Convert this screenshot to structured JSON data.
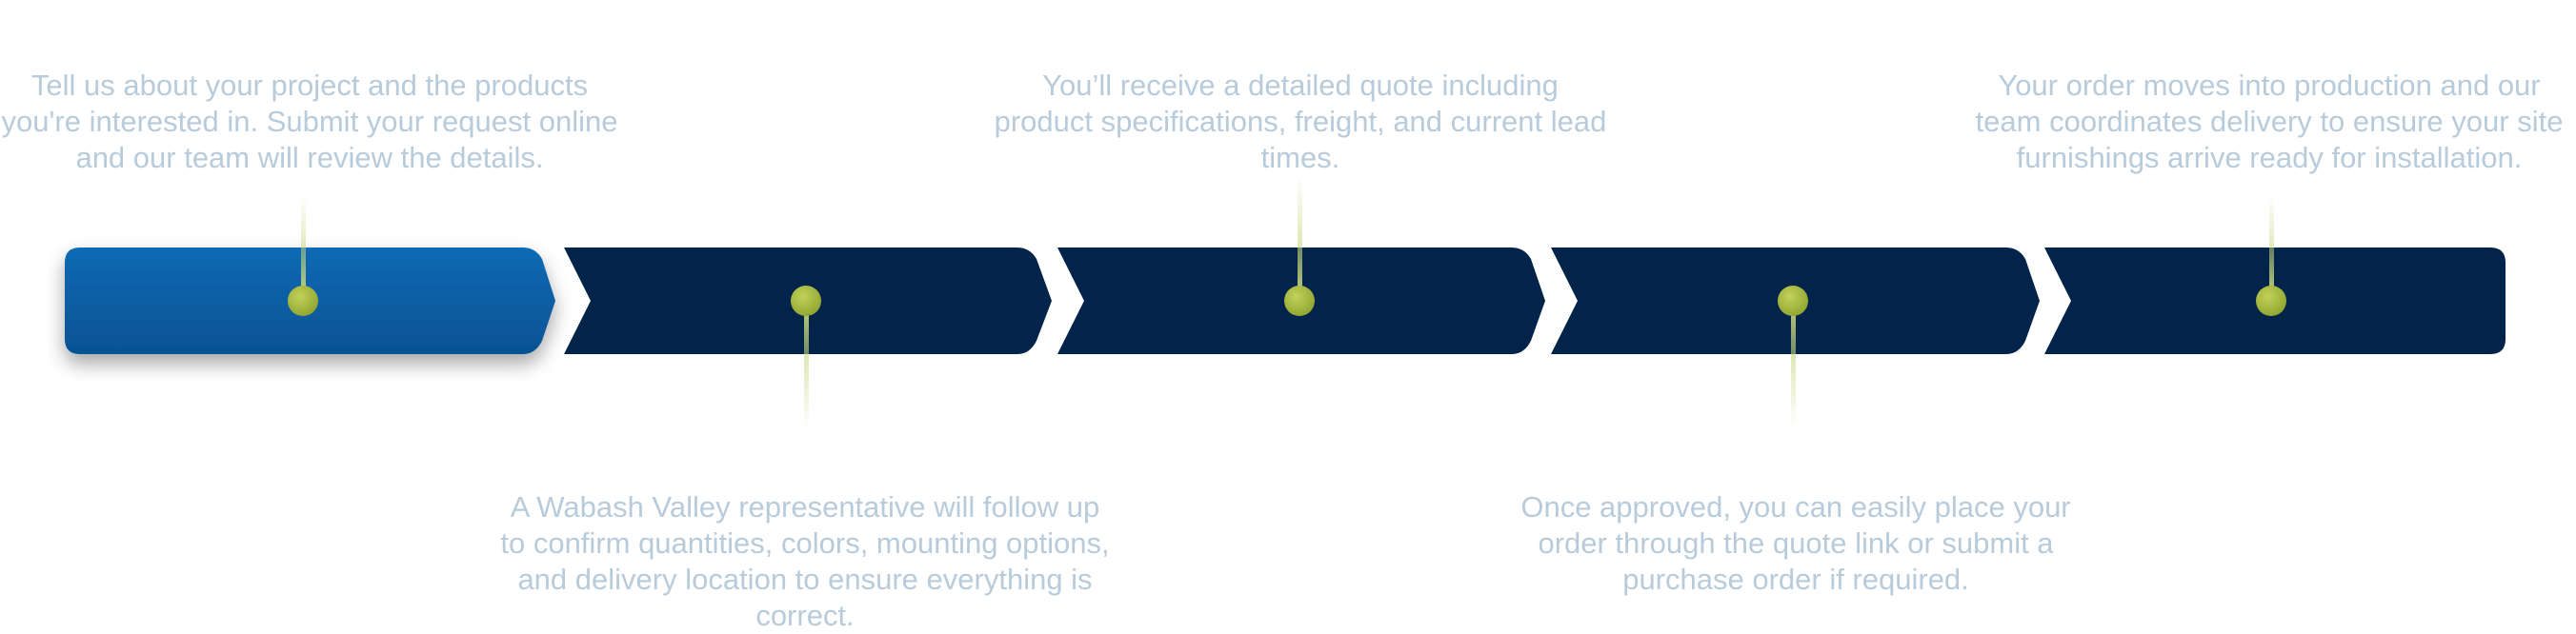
{
  "process": {
    "steps": [
      {
        "description": "Tell us about your project and the products you're interested in. Submit your request online and our team will review the details.",
        "active": true
      },
      {
        "description": "A Wabash Valley representative will follow up to confirm quantities, colors, mounting options, and delivery location to ensure everything is correct.",
        "active": false
      },
      {
        "description": "You’ll receive a detailed quote including product specifications, freight, and current lead times.",
        "active": false
      },
      {
        "description": "Once approved, you can easily place your order through the quote link or submit a purchase order if required.",
        "active": false
      },
      {
        "description": "Your order moves into production and our team coordinates delivery to ensure your site furnishings arrive ready for installation.",
        "active": false
      }
    ]
  },
  "colors": {
    "active_top": "#0e6ab4",
    "active_bottom": "#065294",
    "inactive": "#02244a",
    "marker": "#9db23f",
    "connector": "#c7d67e",
    "caption_text": "#b8cbdb"
  }
}
